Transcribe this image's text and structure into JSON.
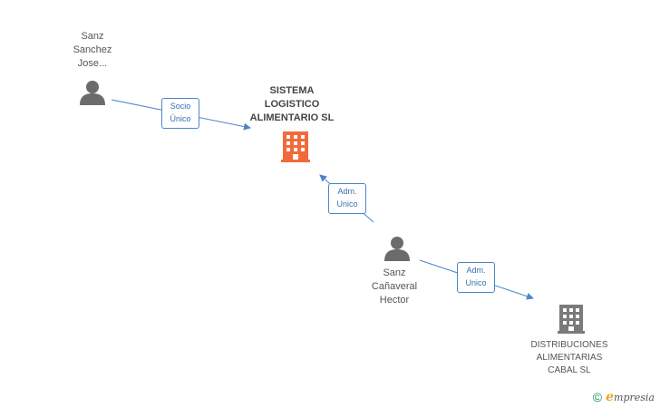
{
  "nodes": {
    "person_sanchez": {
      "label": "Sanz\nSanchez\nJose..."
    },
    "company_sistema": {
      "label": "SISTEMA\nLOGISTICO\nALIMENTARIO SL"
    },
    "person_canaveral": {
      "label": "Sanz\nCañaveral\nHector"
    },
    "company_distribuciones": {
      "label": "DISTRIBUCIONES\nALIMENTARIAS\nCABAL SL"
    }
  },
  "edges": {
    "socio": {
      "label": "Socio\nÚnico"
    },
    "adm1": {
      "label": "Adm.\nUnico"
    },
    "adm2": {
      "label": "Adm.\nUnico"
    }
  },
  "footer": {
    "copyright": "©",
    "brand_e": "e",
    "brand_rest": "mpresia"
  },
  "colors": {
    "main_company": "#f26a3c",
    "company": "#7a7a7a",
    "person": "#6b6b6b",
    "edge": "#4a86c8"
  },
  "icons": {
    "person": "person-icon",
    "company": "building-icon"
  }
}
